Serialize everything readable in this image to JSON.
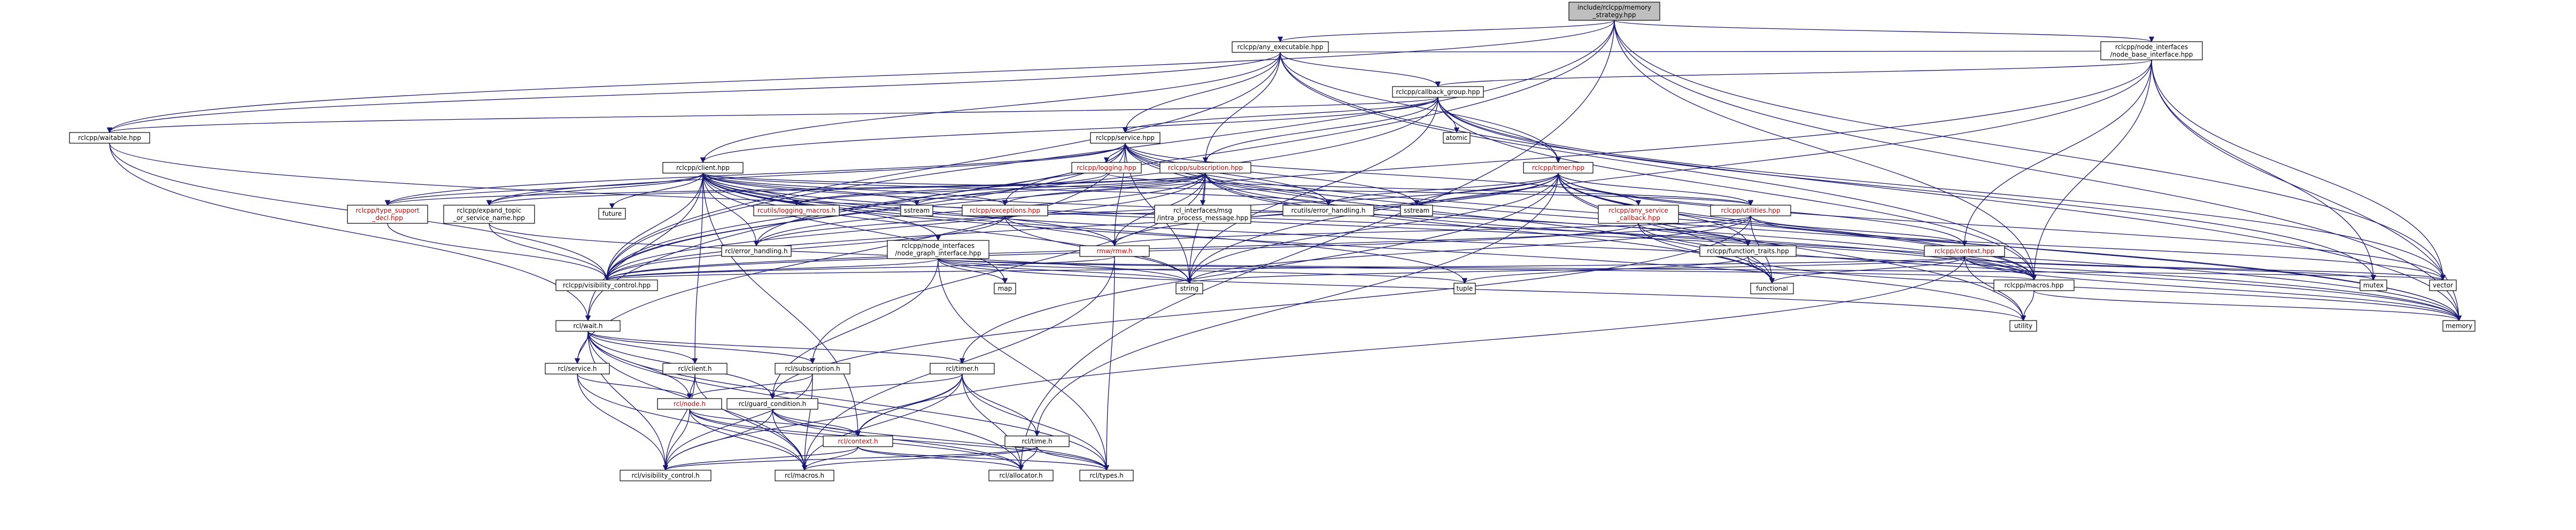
{
  "nodes": [
    {
      "id": "root",
      "lines": [
        "include/rclcpp/memory",
        "_strategy.hpp"
      ],
      "fill": "#bfbfbf",
      "red": false
    },
    {
      "id": "any_exec",
      "lines": [
        "rclcpp/any_executable.hpp"
      ],
      "fill": "#ffffff",
      "red": false
    },
    {
      "id": "node_base",
      "lines": [
        "rclcpp/node_interfaces",
        "/node_base_interface.hpp"
      ],
      "fill": "#ffffff",
      "red": false
    },
    {
      "id": "cb_group",
      "lines": [
        "rclcpp/callback_group.hpp"
      ],
      "fill": "#ffffff",
      "red": false
    },
    {
      "id": "waitable",
      "lines": [
        "rclcpp/waitable.hpp"
      ],
      "fill": "#ffffff",
      "red": false
    },
    {
      "id": "service",
      "lines": [
        "rclcpp/service.hpp"
      ],
      "fill": "#ffffff",
      "red": false
    },
    {
      "id": "atomic",
      "lines": [
        "atomic"
      ],
      "fill": "#ffffff",
      "red": false,
      "noborder": true
    },
    {
      "id": "client",
      "lines": [
        "rclcpp/client.hpp"
      ],
      "fill": "#ffffff",
      "red": false
    },
    {
      "id": "logging",
      "lines": [
        "rclcpp/logging.hpp"
      ],
      "fill": "#ffffff",
      "red": true
    },
    {
      "id": "subscription",
      "lines": [
        "rclcpp/subscription.hpp"
      ],
      "fill": "#ffffff",
      "red": true
    },
    {
      "id": "timer",
      "lines": [
        "rclcpp/timer.hpp"
      ],
      "fill": "#ffffff",
      "red": true
    },
    {
      "id": "type_support",
      "lines": [
        "rclcpp/type_support",
        "_decl.hpp"
      ],
      "fill": "#ffffff",
      "red": true
    },
    {
      "id": "expand_topic",
      "lines": [
        "rclcpp/expand_topic",
        "_or_service_name.hpp"
      ],
      "fill": "#ffffff",
      "red": false
    },
    {
      "id": "future",
      "lines": [
        "future"
      ],
      "fill": "#ffffff",
      "red": false,
      "noborder": true
    },
    {
      "id": "logging_macros",
      "lines": [
        "rcutils/logging_macros.h"
      ],
      "fill": "#ffffff",
      "red": true
    },
    {
      "id": "exceptions",
      "lines": [
        "rclcpp/exceptions.hpp"
      ],
      "fill": "#ffffff",
      "red": true
    },
    {
      "id": "sstream_a",
      "lines": [
        "sstream"
      ],
      "fill": "#ffffff",
      "red": false,
      "noborder": true
    },
    {
      "id": "intra_msg",
      "lines": [
        "rcl_interfaces/msg",
        "/intra_process_message.hpp"
      ],
      "fill": "#ffffff",
      "red": false,
      "noborder": true
    },
    {
      "id": "rcutils_err",
      "lines": [
        "rcutils/error_handling.h"
      ],
      "fill": "#ffffff",
      "red": false
    },
    {
      "id": "sstream_b",
      "lines": [
        "sstream"
      ],
      "fill": "#ffffff",
      "red": false,
      "noborder": true
    },
    {
      "id": "any_service_cb",
      "lines": [
        "rclcpp/any_service",
        "_callback.hpp"
      ],
      "fill": "#ffffff",
      "red": true
    },
    {
      "id": "utilities",
      "lines": [
        "rclcpp/utilities.hpp"
      ],
      "fill": "#ffffff",
      "red": true
    },
    {
      "id": "interrupt",
      "lines": [
        "rcl/error_handling.h"
      ],
      "fill": "#ffffff",
      "red": false
    },
    {
      "id": "node_graph",
      "lines": [
        "rclcpp/node_interfaces",
        "/node_graph_interface.hpp"
      ],
      "fill": "#ffffff",
      "red": false
    },
    {
      "id": "rmw_h",
      "lines": [
        "rmw/rmw.h"
      ],
      "fill": "#ffffff",
      "red": true
    },
    {
      "id": "function_traits",
      "lines": [
        "rclcpp/function_traits.hpp"
      ],
      "fill": "#ffffff",
      "red": false
    },
    {
      "id": "context",
      "lines": [
        "rclcpp/context.hpp"
      ],
      "fill": "#ffffff",
      "red": true
    },
    {
      "id": "map",
      "lines": [
        "map"
      ],
      "fill": "#ffffff",
      "red": false,
      "noborder": true
    },
    {
      "id": "string",
      "lines": [
        "string"
      ],
      "fill": "#ffffff",
      "red": false,
      "noborder": true
    },
    {
      "id": "tuple",
      "lines": [
        "tuple"
      ],
      "fill": "#ffffff",
      "red": false,
      "noborder": true
    },
    {
      "id": "functional",
      "lines": [
        "functional"
      ],
      "fill": "#ffffff",
      "red": false,
      "noborder": true
    },
    {
      "id": "visibility",
      "lines": [
        "rclcpp/visibility_control.hpp"
      ],
      "fill": "#ffffff",
      "red": false
    },
    {
      "id": "macros_hpp",
      "lines": [
        "rclcpp/macros.hpp"
      ],
      "fill": "#ffffff",
      "red": false
    },
    {
      "id": "mutex",
      "lines": [
        "mutex"
      ],
      "fill": "#ffffff",
      "red": false,
      "noborder": true
    },
    {
      "id": "vector",
      "lines": [
        "vector"
      ],
      "fill": "#ffffff",
      "red": false,
      "noborder": true
    },
    {
      "id": "utility",
      "lines": [
        "utility"
      ],
      "fill": "#ffffff",
      "red": false,
      "noborder": true
    },
    {
      "id": "memory",
      "lines": [
        "memory"
      ],
      "fill": "#ffffff",
      "red": false,
      "noborder": true
    },
    {
      "id": "wait_h",
      "lines": [
        "rcl/wait.h"
      ],
      "fill": "#ffffff",
      "red": false
    },
    {
      "id": "service_h",
      "lines": [
        "rcl/service.h"
      ],
      "fill": "#ffffff",
      "red": false
    },
    {
      "id": "client_h",
      "lines": [
        "rcl/client.h"
      ],
      "fill": "#ffffff",
      "red": false
    },
    {
      "id": "subscription_h",
      "lines": [
        "rcl/subscription.h"
      ],
      "fill": "#ffffff",
      "red": false
    },
    {
      "id": "timer_h",
      "lines": [
        "rcl/timer.h"
      ],
      "fill": "#ffffff",
      "red": false
    },
    {
      "id": "node_h",
      "lines": [
        "rcl/node.h"
      ],
      "fill": "#ffffff",
      "red": true
    },
    {
      "id": "guard_cond",
      "lines": [
        "rcl/guard_condition.h"
      ],
      "fill": "#ffffff",
      "red": false
    },
    {
      "id": "rcl_context",
      "lines": [
        "rcl/context.h"
      ],
      "fill": "#ffffff",
      "red": true
    },
    {
      "id": "rcl_time",
      "lines": [
        "rcl/time.h"
      ],
      "fill": "#ffffff",
      "red": false
    },
    {
      "id": "rcl_vis",
      "lines": [
        "rcl/visibility_control.h"
      ],
      "fill": "#ffffff",
      "red": false
    },
    {
      "id": "rcl_macros",
      "lines": [
        "rcl/macros.h"
      ],
      "fill": "#ffffff",
      "red": false
    },
    {
      "id": "allocator",
      "lines": [
        "rcl/allocator.h"
      ],
      "fill": "#ffffff",
      "red": false
    },
    {
      "id": "types",
      "lines": [
        "rcl/types.h"
      ],
      "fill": "#ffffff",
      "red": false
    }
  ],
  "edges": [
    [
      "root",
      "any_exec"
    ],
    [
      "root",
      "node_base"
    ],
    [
      "root",
      "waitable"
    ],
    [
      "root",
      "visibility"
    ],
    [
      "root",
      "wait_h"
    ],
    [
      "root",
      "allocator"
    ],
    [
      "root",
      "memory"
    ],
    [
      "root",
      "vector"
    ],
    [
      "root",
      "macros_hpp"
    ],
    [
      "any_exec",
      "cb_group"
    ],
    [
      "any_exec",
      "client"
    ],
    [
      "any_exec",
      "service"
    ],
    [
      "any_exec",
      "subscription"
    ],
    [
      "any_exec",
      "timer"
    ],
    [
      "any_exec",
      "node_base"
    ],
    [
      "any_exec",
      "waitable"
    ],
    [
      "any_exec",
      "macros_hpp"
    ],
    [
      "any_exec",
      "visibility"
    ],
    [
      "any_exec",
      "memory"
    ],
    [
      "node_base",
      "cb_group"
    ],
    [
      "node_base",
      "context"
    ],
    [
      "node_base",
      "macros_hpp"
    ],
    [
      "node_base",
      "visibility"
    ],
    [
      "node_base",
      "string"
    ],
    [
      "node_base",
      "memory"
    ],
    [
      "node_base",
      "mutex"
    ],
    [
      "node_base",
      "vector"
    ],
    [
      "node_base",
      "rcl_node_link"
    ],
    [
      "cb_group",
      "service"
    ],
    [
      "cb_group",
      "subscription"
    ],
    [
      "cb_group",
      "timer"
    ],
    [
      "cb_group",
      "waitable"
    ],
    [
      "cb_group",
      "client"
    ],
    [
      "cb_group",
      "atomic"
    ],
    [
      "cb_group",
      "string"
    ],
    [
      "cb_group",
      "vector"
    ],
    [
      "cb_group",
      "macros_hpp"
    ],
    [
      "cb_group",
      "visibility"
    ],
    [
      "cb_group",
      "mutex"
    ],
    [
      "waitable",
      "wait_h"
    ],
    [
      "waitable",
      "visibility"
    ],
    [
      "waitable",
      "macros_hpp"
    ],
    [
      "service",
      "any_service_cb"
    ],
    [
      "service",
      "exceptions"
    ],
    [
      "service",
      "logging"
    ],
    [
      "service",
      "expand_topic"
    ],
    [
      "service",
      "type_support"
    ],
    [
      "service",
      "macros_hpp"
    ],
    [
      "service",
      "visibility"
    ],
    [
      "service",
      "rcutils_err"
    ],
    [
      "service",
      "service_h"
    ],
    [
      "service",
      "functional"
    ],
    [
      "service",
      "memory"
    ],
    [
      "service",
      "string"
    ],
    [
      "service",
      "sstream_b"
    ],
    [
      "service",
      "rmw_h"
    ],
    [
      "service",
      "interrupt"
    ],
    [
      "client",
      "future"
    ],
    [
      "client",
      "exceptions"
    ],
    [
      "client",
      "expand_topic"
    ],
    [
      "client",
      "function_traits"
    ],
    [
      "client",
      "macros_hpp"
    ],
    [
      "client",
      "node_graph"
    ],
    [
      "client",
      "type_support"
    ],
    [
      "client",
      "utilities"
    ],
    [
      "client",
      "visibility"
    ],
    [
      "client",
      "rcutils_err"
    ],
    [
      "client",
      "client_h"
    ],
    [
      "client",
      "wait_h"
    ],
    [
      "client",
      "rmw_h"
    ],
    [
      "client",
      "map"
    ],
    [
      "client",
      "memory"
    ],
    [
      "client",
      "string"
    ],
    [
      "client",
      "tuple"
    ],
    [
      "client",
      "utility"
    ],
    [
      "client",
      "sstream_a"
    ],
    [
      "client",
      "interrupt"
    ],
    [
      "client",
      "logging_macros"
    ],
    [
      "client",
      "rcl_context"
    ],
    [
      "logging",
      "logging_macros"
    ],
    [
      "logging",
      "utilities"
    ],
    [
      "subscription",
      "exceptions"
    ],
    [
      "subscription",
      "expand_topic"
    ],
    [
      "subscription",
      "macros_hpp"
    ],
    [
      "subscription",
      "type_support"
    ],
    [
      "subscription",
      "visibility"
    ],
    [
      "subscription",
      "subscription_h"
    ],
    [
      "subscription",
      "rcutils_err"
    ],
    [
      "subscription",
      "intra_msg"
    ],
    [
      "subscription",
      "functional"
    ],
    [
      "subscription",
      "memory"
    ],
    [
      "subscription",
      "sstream_a"
    ],
    [
      "subscription",
      "string"
    ],
    [
      "subscription",
      "rmw_h"
    ],
    [
      "subscription",
      "logging_macros"
    ],
    [
      "subscription",
      "interrupt"
    ],
    [
      "timer",
      "context"
    ],
    [
      "timer",
      "function_traits"
    ],
    [
      "timer",
      "macros_hpp"
    ],
    [
      "timer",
      "rcutils_err"
    ],
    [
      "timer",
      "utilities"
    ],
    [
      "timer",
      "visibility"
    ],
    [
      "timer",
      "timer_h"
    ],
    [
      "timer",
      "rmw_h"
    ],
    [
      "timer",
      "functional"
    ],
    [
      "timer",
      "memory"
    ],
    [
      "timer",
      "sstream_b"
    ],
    [
      "timer",
      "string"
    ],
    [
      "timer",
      "utility"
    ],
    [
      "timer",
      "vector"
    ],
    [
      "timer",
      "rcl_time"
    ],
    [
      "timer",
      "interrupt"
    ],
    [
      "type_support",
      "visibility"
    ],
    [
      "expand_topic",
      "visibility"
    ],
    [
      "expand_topic",
      "string"
    ],
    [
      "exceptions",
      "rmw_h"
    ],
    [
      "exceptions",
      "visibility"
    ],
    [
      "exceptions",
      "string"
    ],
    [
      "exceptions",
      "rcutils_err"
    ],
    [
      "any_service_cb",
      "function_traits"
    ],
    [
      "any_service_cb",
      "visibility"
    ],
    [
      "any_service_cb",
      "functional"
    ],
    [
      "any_service_cb",
      "memory"
    ],
    [
      "utilities",
      "context"
    ],
    [
      "utilities",
      "visibility"
    ],
    [
      "utilities",
      "string"
    ],
    [
      "utilities",
      "functional"
    ],
    [
      "utilities",
      "vector"
    ],
    [
      "utilities",
      "rmw_h"
    ],
    [
      "utilities",
      "guard_cond"
    ],
    [
      "node_graph",
      "macros_hpp"
    ],
    [
      "node_graph",
      "visibility"
    ],
    [
      "node_graph",
      "map"
    ],
    [
      "node_graph",
      "string"
    ],
    [
      "node_graph",
      "tuple"
    ],
    [
      "node_graph",
      "utility"
    ],
    [
      "node_graph",
      "vector"
    ],
    [
      "node_graph",
      "guard_cond"
    ],
    [
      "node_graph",
      "types"
    ],
    [
      "rmw_h",
      "rcl_macros"
    ],
    [
      "rmw_h",
      "types"
    ],
    [
      "rmw_h",
      "visibility"
    ],
    [
      "function_traits",
      "functional"
    ],
    [
      "function_traits",
      "memory"
    ],
    [
      "function_traits",
      "tuple"
    ],
    [
      "context",
      "macros_hpp"
    ],
    [
      "context",
      "visibility"
    ],
    [
      "context",
      "mutex"
    ],
    [
      "context",
      "memory"
    ],
    [
      "context",
      "string"
    ],
    [
      "context",
      "utility"
    ],
    [
      "context",
      "vector"
    ],
    [
      "context",
      "functional"
    ],
    [
      "context",
      "rcl_context"
    ],
    [
      "macros_hpp",
      "memory"
    ],
    [
      "macros_hpp",
      "utility"
    ],
    [
      "wait_h",
      "service_h"
    ],
    [
      "wait_h",
      "client_h"
    ],
    [
      "wait_h",
      "subscription_h"
    ],
    [
      "wait_h",
      "timer_h"
    ],
    [
      "wait_h",
      "guard_cond"
    ],
    [
      "wait_h",
      "allocator"
    ],
    [
      "wait_h",
      "rcl_macros"
    ],
    [
      "wait_h",
      "types"
    ],
    [
      "wait_h",
      "rcl_vis"
    ],
    [
      "wait_h",
      "node_h"
    ],
    [
      "service_h",
      "node_h"
    ],
    [
      "service_h",
      "rcl_macros"
    ],
    [
      "service_h",
      "rcl_vis"
    ],
    [
      "client_h",
      "node_h"
    ],
    [
      "client_h",
      "rcl_macros"
    ],
    [
      "client_h",
      "rcl_vis"
    ],
    [
      "subscription_h",
      "node_h"
    ],
    [
      "subscription_h",
      "rcl_macros"
    ],
    [
      "subscription_h",
      "rcl_vis"
    ],
    [
      "timer_h",
      "allocator"
    ],
    [
      "timer_h",
      "guard_cond"
    ],
    [
      "timer_h",
      "rcl_context"
    ],
    [
      "timer_h",
      "rcl_macros"
    ],
    [
      "timer_h",
      "rcl_time"
    ],
    [
      "timer_h",
      "types"
    ],
    [
      "timer_h",
      "rcl_vis"
    ],
    [
      "node_h",
      "allocator"
    ],
    [
      "node_h",
      "rcl_context"
    ],
    [
      "node_h",
      "rcl_macros"
    ],
    [
      "node_h",
      "types"
    ],
    [
      "node_h",
      "rcl_vis"
    ],
    [
      "guard_cond",
      "allocator"
    ],
    [
      "guard_cond",
      "rcl_context"
    ],
    [
      "guard_cond",
      "rcl_macros"
    ],
    [
      "guard_cond",
      "types"
    ],
    [
      "guard_cond",
      "rcl_vis"
    ],
    [
      "rcl_context",
      "allocator"
    ],
    [
      "rcl_context",
      "rcl_macros"
    ],
    [
      "rcl_context",
      "types"
    ],
    [
      "rcl_context",
      "rcl_vis"
    ],
    [
      "rcl_time",
      "allocator"
    ],
    [
      "rcl_time",
      "rcl_macros"
    ],
    [
      "rcl_time",
      "types"
    ],
    [
      "rcl_time",
      "rcl_vis"
    ]
  ]
}
